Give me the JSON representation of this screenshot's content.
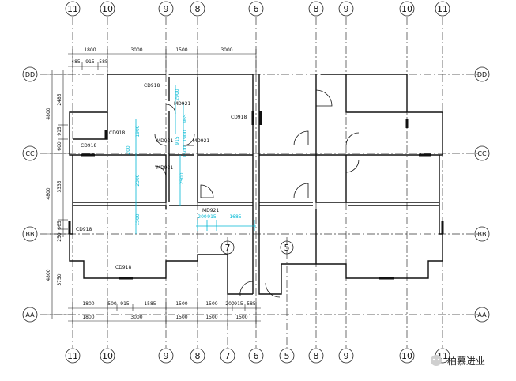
{
  "axes_top": [
    "11",
    "10",
    "9",
    "8",
    "6",
    "8",
    "9",
    "10",
    "11"
  ],
  "axes_bottom": [
    "11",
    "10",
    "9",
    "8",
    "7",
    "6",
    "5",
    "8",
    "9",
    "10",
    "11"
  ],
  "axes_left": [
    "DD",
    "CC",
    "BB",
    "AA"
  ],
  "axes_right": [
    "DD",
    "CC",
    "BB",
    "AA"
  ],
  "axes_mid": [
    "7",
    "5"
  ],
  "dims_top_row1": [
    "1800",
    "3000",
    "1500",
    "3000"
  ],
  "dims_top_row2": [
    "485",
    "915",
    "585"
  ],
  "dims_bottom_row1": [
    "1800",
    "500",
    "915",
    "1585",
    "1500",
    "1500",
    "200",
    "915",
    "585"
  ],
  "dims_bottom_row2": [
    "1800",
    "3000",
    "1500",
    "1500",
    "1500"
  ],
  "dims_left": [
    "4800",
    "2485",
    "600",
    "915",
    "4800",
    "3335",
    "665",
    "250",
    "4800",
    "3750"
  ],
  "labels_black": [
    "CD918",
    "MD921",
    "CD918",
    "CD918",
    "MD921",
    "CD918",
    "MD921",
    "CD918",
    "MD921",
    "CD918",
    "MD921"
  ],
  "labels_cyan": [
    "1900",
    "2300",
    "1500",
    "2900",
    "965",
    "2500",
    "200",
    "915",
    "1685",
    "200",
    "915",
    "1900",
    "1500"
  ],
  "watermark": "柏慕进业"
}
